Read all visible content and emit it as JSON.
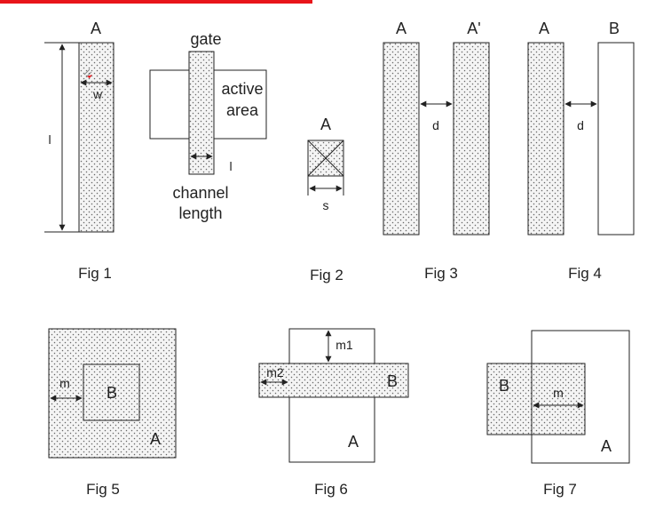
{
  "colors": {
    "accent_bar": "#e8141a",
    "stroke": "#222222",
    "fill_dotted_bg": "#f4f4f4",
    "dot": "#666666",
    "white": "#ffffff"
  },
  "fig1": {
    "label_A": "A",
    "label_w": "w",
    "label_l": "l",
    "caption": "Fig 1"
  },
  "transistor": {
    "label_gate": "gate",
    "label_active_line1": "active",
    "label_active_line2": "area",
    "label_l": "l",
    "label_channel_line1": "channel",
    "label_channel_line2": "length"
  },
  "fig2": {
    "label_A": "A",
    "label_s": "s",
    "caption": "Fig 2"
  },
  "fig3": {
    "label_A": "A",
    "label_A_prime": "A'",
    "label_d": "d",
    "caption": "Fig 3"
  },
  "fig4": {
    "label_A": "A",
    "label_B": "B",
    "label_d": "d",
    "caption": "Fig 4"
  },
  "fig5": {
    "label_m": "m",
    "label_B": "B",
    "label_A": "A",
    "caption": "Fig 5"
  },
  "fig6": {
    "label_m1": "m1",
    "label_m2": "m2",
    "label_B": "B",
    "label_A": "A",
    "caption": "Fig 6"
  },
  "fig7": {
    "label_B": "B",
    "label_m": "m",
    "label_A": "A",
    "caption": "Fig 7"
  }
}
